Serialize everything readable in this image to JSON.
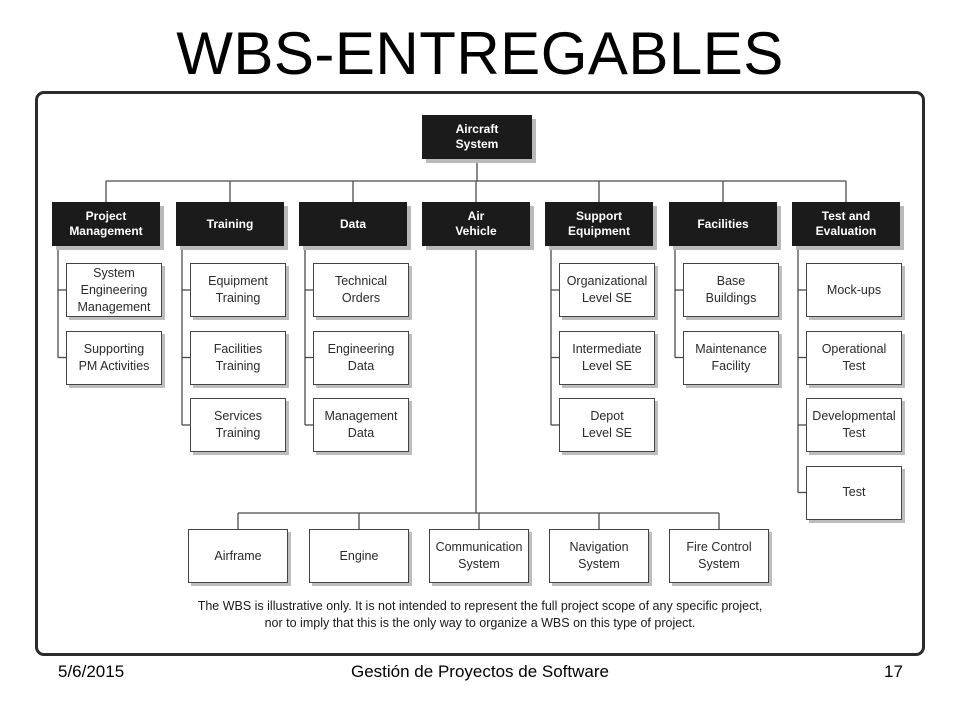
{
  "slide": {
    "title": "WBS-ENTREGABLES",
    "footer_date": "5/6/2015",
    "footer_course": "Gestión de Proyectos de Software",
    "footer_page": "17"
  },
  "wbs": {
    "root": "Aircraft\nSystem",
    "branches": [
      {
        "label": "Project\nManagement",
        "children": [
          "System\nEngineering\nManagement",
          "Supporting\nPM Activities"
        ]
      },
      {
        "label": "Training",
        "children": [
          "Equipment\nTraining",
          "Facilities\nTraining",
          "Services\nTraining"
        ]
      },
      {
        "label": "Data",
        "children": [
          "Technical\nOrders",
          "Engineering\nData",
          "Management\nData"
        ]
      },
      {
        "label": "Air\nVehicle",
        "children": [
          "Airframe",
          "Engine",
          "Communication\nSystem",
          "Navigation\nSystem",
          "Fire Control\nSystem"
        ]
      },
      {
        "label": "Support\nEquipment",
        "children": [
          "Organizational\nLevel SE",
          "Intermediate\nLevel SE",
          "Depot\nLevel SE"
        ]
      },
      {
        "label": "Facilities",
        "children": [
          "Base\nBuildings",
          "Maintenance\nFacility"
        ]
      },
      {
        "label": "Test and\nEvaluation",
        "children": [
          "Mock-ups",
          "Operational\nTest",
          "Developmental\nTest",
          "Test"
        ]
      }
    ],
    "note_line1": "The WBS is illustrative only. It is not intended to represent the full project scope of any specific project,",
    "note_line2": "nor to imply that this is the only way to organize a WBS on this type of project."
  }
}
